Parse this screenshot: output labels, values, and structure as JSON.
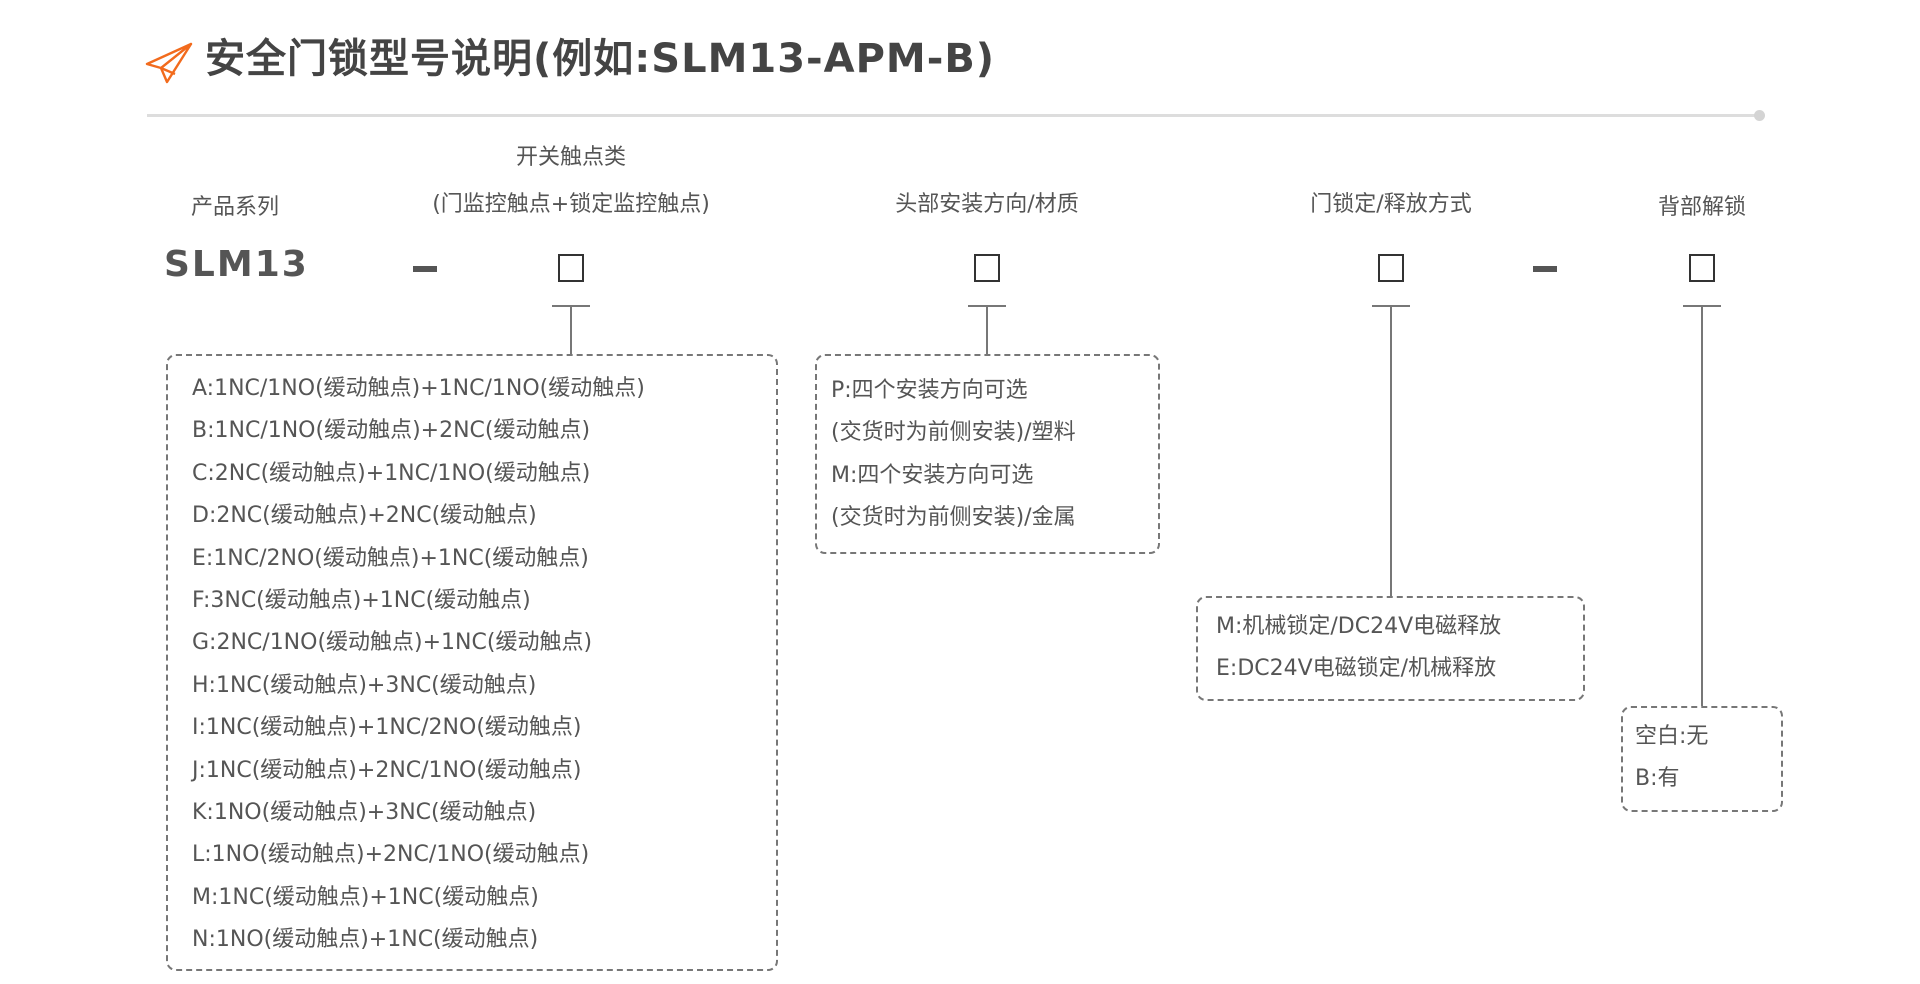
{
  "header": {
    "icon": "paper-plane-icon",
    "accent_color": "#f26b1d",
    "title": "安全门锁型号说明(例如:SLM13-APM-B)"
  },
  "columns": {
    "series": {
      "label": "产品系列",
      "value": "SLM13"
    },
    "separator": "-",
    "contacts": {
      "label_line1": "开关触点类",
      "label_line2": "(门监控触点+锁定监控触点)",
      "options": [
        "A:1NC/1NO(缓动触点)+1NC/1NO(缓动触点)",
        "B:1NC/1NO(缓动触点)+2NC(缓动触点)",
        "C:2NC(缓动触点)+1NC/1NO(缓动触点)",
        "D:2NC(缓动触点)+2NC(缓动触点)",
        "E:1NC/2NO(缓动触点)+1NC(缓动触点)",
        "F:3NC(缓动触点)+1NC(缓动触点)",
        "G:2NC/1NO(缓动触点)+1NC(缓动触点)",
        "H:1NC(缓动触点)+3NC(缓动触点)",
        "I:1NC(缓动触点)+1NC/2NO(缓动触点)",
        "J:1NC(缓动触点)+2NC/1NO(缓动触点)",
        "K:1NO(缓动触点)+3NC(缓动触点)",
        "L:1NO(缓动触点)+2NC/1NO(缓动触点)",
        "M:1NC(缓动触点)+1NC(缓动触点)",
        "N:1NO(缓动触点)+1NC(缓动触点)"
      ]
    },
    "head": {
      "label": "头部安装方向/材质",
      "options": [
        "P:四个安装方向可选",
        "(交货时为前侧安装)/塑料",
        "M:四个安装方向可选",
        "(交货时为前侧安装)/金属"
      ]
    },
    "lock": {
      "label": "门锁定/释放方式",
      "options": [
        "M:机械锁定/DC24V电磁释放",
        "E:DC24V电磁锁定/机械释放"
      ]
    },
    "separator2": "-",
    "rear": {
      "label": "背部解锁",
      "options": [
        "空白:无",
        "B:有"
      ]
    }
  }
}
